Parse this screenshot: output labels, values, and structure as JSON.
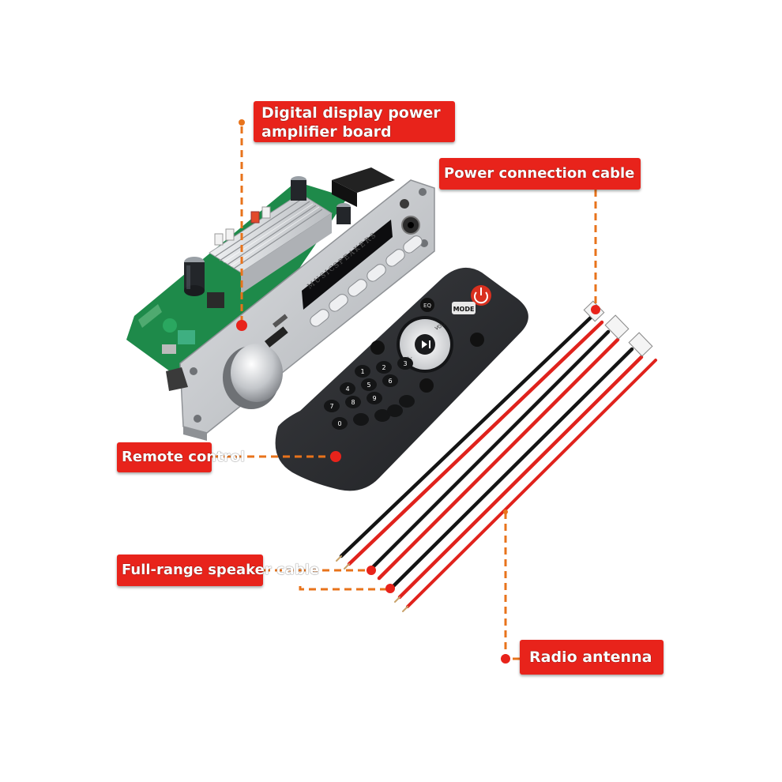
{
  "callouts": {
    "board": "Digital display power amplifier board",
    "power": "Power connection cable",
    "remote": "Remote control",
    "speaker": "Full-range speaker cable",
    "antenna": "Radio antenna"
  },
  "panel": {
    "music": "MUSIC",
    "speakers": "SPEAKERS"
  },
  "remote_buttons": {
    "mode": "MODE",
    "eq": "EQ",
    "vol_up": "VOL+",
    "vol_down": "VOL-",
    "digits": [
      "1",
      "2",
      "3",
      "4",
      "5",
      "6",
      "7",
      "8",
      "9",
      "0"
    ]
  },
  "colors": {
    "callout_bg": "#e8231b",
    "leader_line": "#e8731b",
    "pcb_green": "#1e8a4a",
    "remote_body": "#2b2d30",
    "faceplate": "#c9cbce",
    "wire_red": "#e0221c",
    "wire_black": "#141414"
  }
}
